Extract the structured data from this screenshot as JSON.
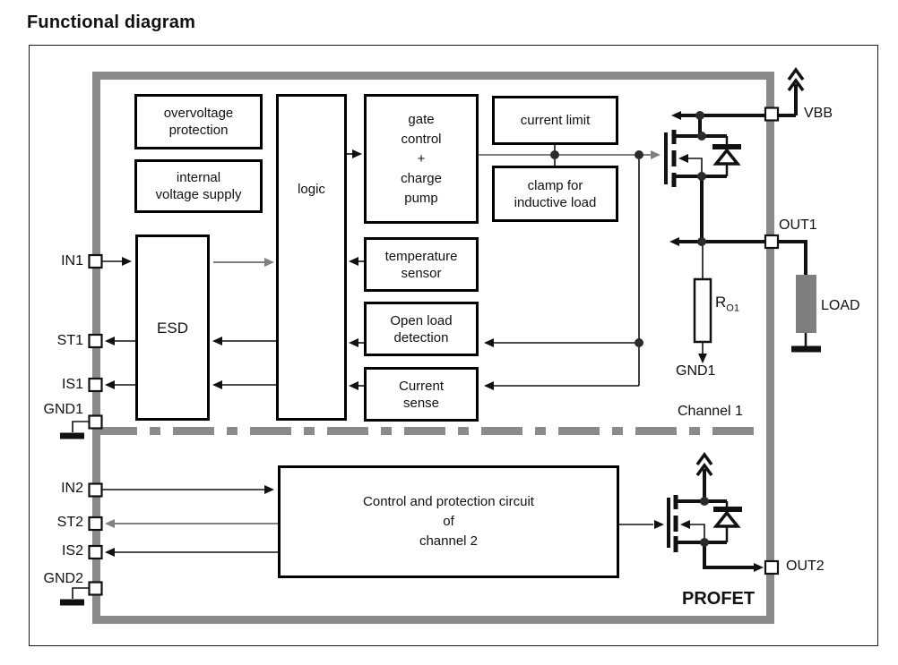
{
  "title": "Functional diagram",
  "colors": {
    "chip_border": "#8a8a8a",
    "wire_gray": "#808080",
    "load_fill": "#7f7f7f"
  },
  "blocks": {
    "overvoltage": "overvoltage\nprotection",
    "internal_supply": "internal\nvoltage supply",
    "logic": "logic",
    "gate_control": "gate\ncontrol\n+\ncharge\npump",
    "temperature": "temperature\nsensor",
    "open_load": "Open load\ndetection",
    "current_sense": "Current\nsense",
    "esd": "ESD",
    "current_limit": "current limit",
    "clamp": "clamp for\ninductive load",
    "control2": "Control and protection circuit\nof\nchannel 2"
  },
  "pins": {
    "in1": "IN1",
    "st1": "ST1",
    "is1": "IS1",
    "gnd1": "GND1",
    "in2": "IN2",
    "st2": "ST2",
    "is2": "IS2",
    "gnd2": "GND2",
    "vbb": "VBB",
    "out1": "OUT1",
    "out2": "OUT2"
  },
  "labels": {
    "load": "LOAD",
    "gnd1_out": "GND1",
    "channel1": "Channel 1",
    "profet": "PROFET",
    "r_base": "R",
    "r_sub": "O1"
  }
}
